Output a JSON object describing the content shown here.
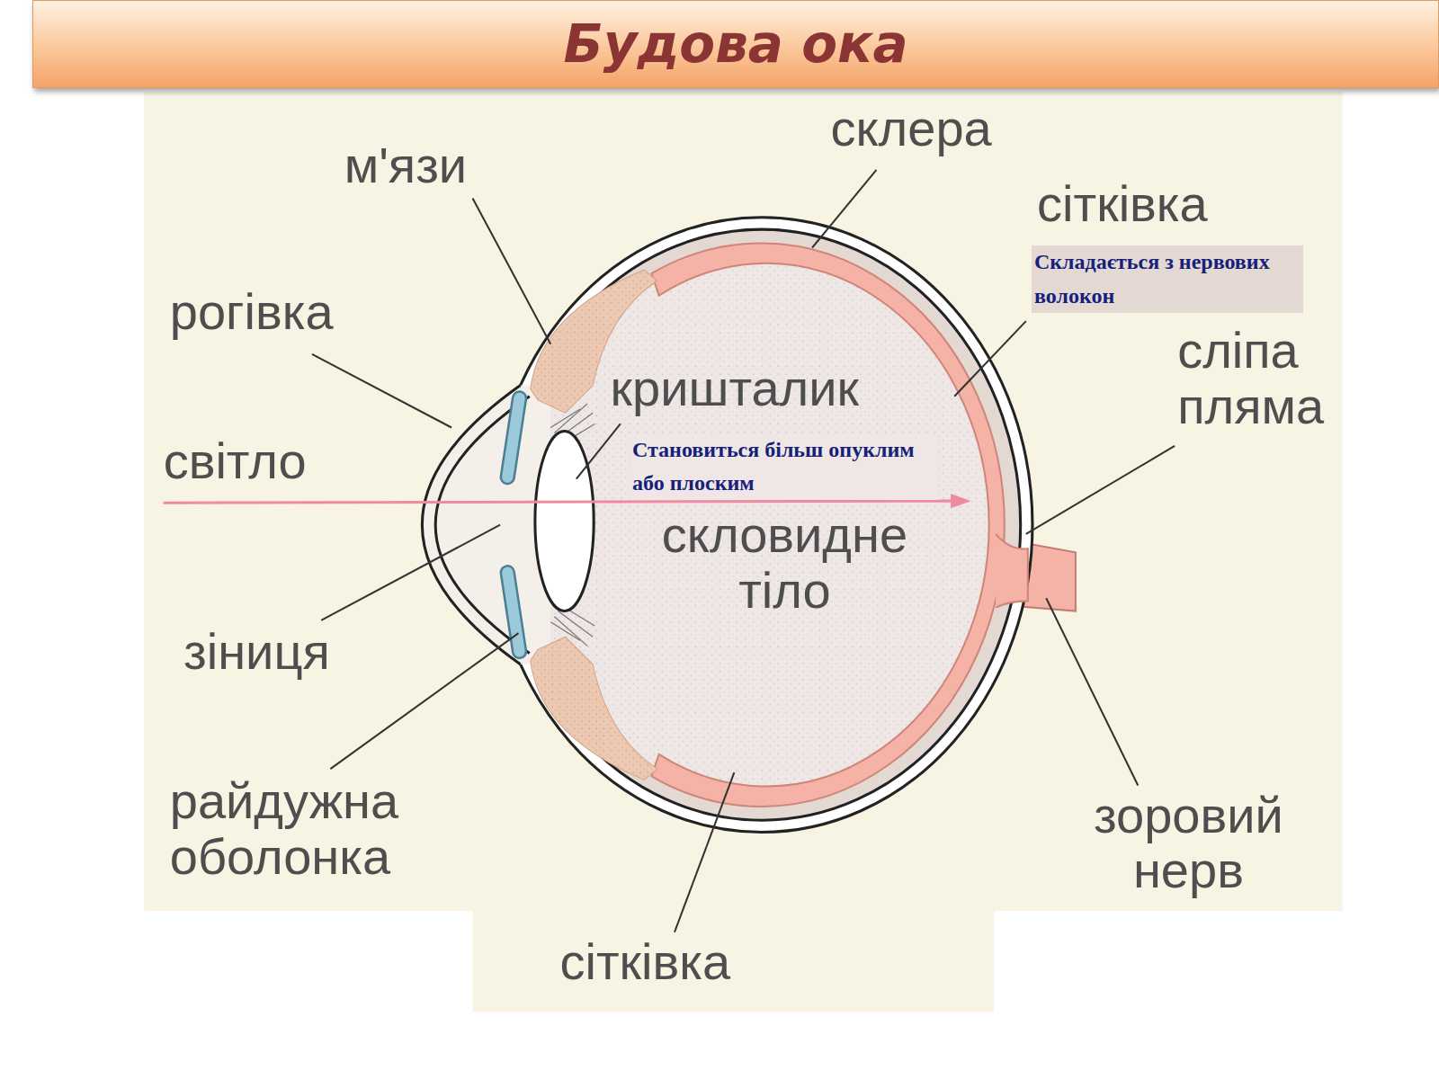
{
  "diagram": {
    "title": "Будова ока",
    "labels": [
      "склера",
      "м'язи",
      "сітківка",
      "Складається з нервових волокон",
      "рогівка",
      "сліпа пляма",
      "кришталик",
      "Становиться більш опуклим або плоским",
      "світло",
      "скловидне тіло",
      "зіниця",
      "райдужна оболонка",
      "зоровий нерв",
      "сітківка"
    ]
  }
}
